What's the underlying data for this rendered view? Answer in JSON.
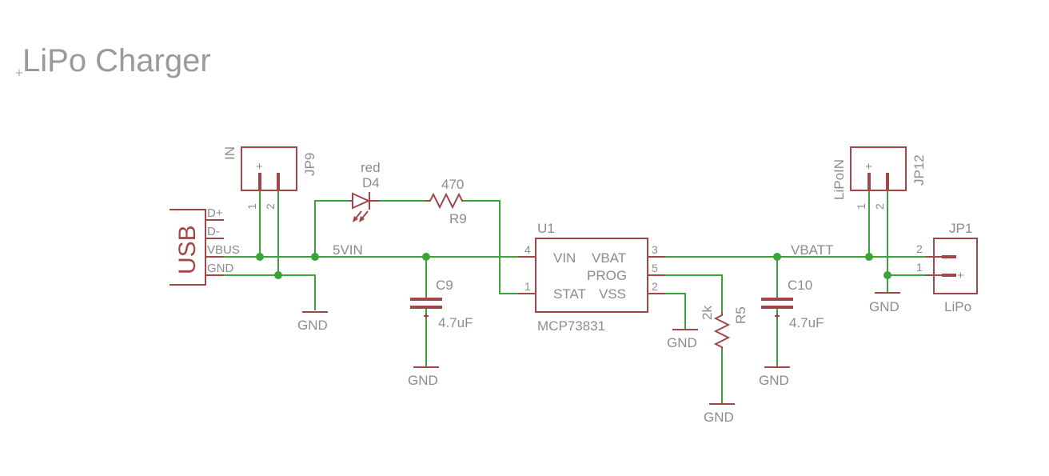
{
  "title": "LiPo Charger",
  "usb": {
    "label": "USB",
    "pins": [
      "D+",
      "D-",
      "VBUS",
      "GND"
    ]
  },
  "jp9": {
    "ref": "JP9",
    "value": "IN",
    "pin1": "1",
    "pin2": "2",
    "plus": "+"
  },
  "jp12": {
    "ref": "JP12",
    "value": "LiPoIN",
    "pin1": "1",
    "pin2": "2",
    "plus": "+"
  },
  "jp1": {
    "ref": "JP1",
    "value": "LiPo",
    "pin1": "1",
    "pin2": "2",
    "plus": "+"
  },
  "d4": {
    "ref": "D4",
    "value": "red"
  },
  "r9": {
    "ref": "R9",
    "value": "470"
  },
  "r5": {
    "ref": "R5",
    "value": "2k"
  },
  "c9": {
    "ref": "C9",
    "value": "4.7uF"
  },
  "c10": {
    "ref": "C10",
    "value": "4.7uF"
  },
  "u1": {
    "ref": "U1",
    "value": "MCP73831",
    "pins": {
      "vin": "VIN",
      "vbat": "VBAT",
      "prog": "PROG",
      "stat": "STAT",
      "vss": "VSS"
    },
    "pin_numbers": {
      "vin": "4",
      "stat": "1",
      "vbat": "3",
      "prog": "5",
      "vss": "2"
    }
  },
  "nets": {
    "in": "5VIN",
    "batt": "VBATT",
    "gnd": "GND"
  }
}
